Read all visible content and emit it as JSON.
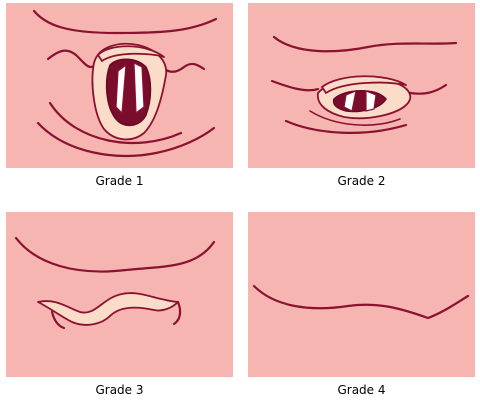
{
  "panels": [
    {
      "id": "grade-1",
      "caption": "Grade 1"
    },
    {
      "id": "grade-2",
      "caption": "Grade 2"
    },
    {
      "id": "grade-3",
      "caption": "Grade 3"
    },
    {
      "id": "grade-4",
      "caption": "Grade 4"
    }
  ],
  "colors": {
    "background": "#f6b5b0",
    "outline": "#8a1230",
    "fold": "#fbdcc8",
    "cavity": "#7a0c2c",
    "cord": "#ffffff"
  }
}
